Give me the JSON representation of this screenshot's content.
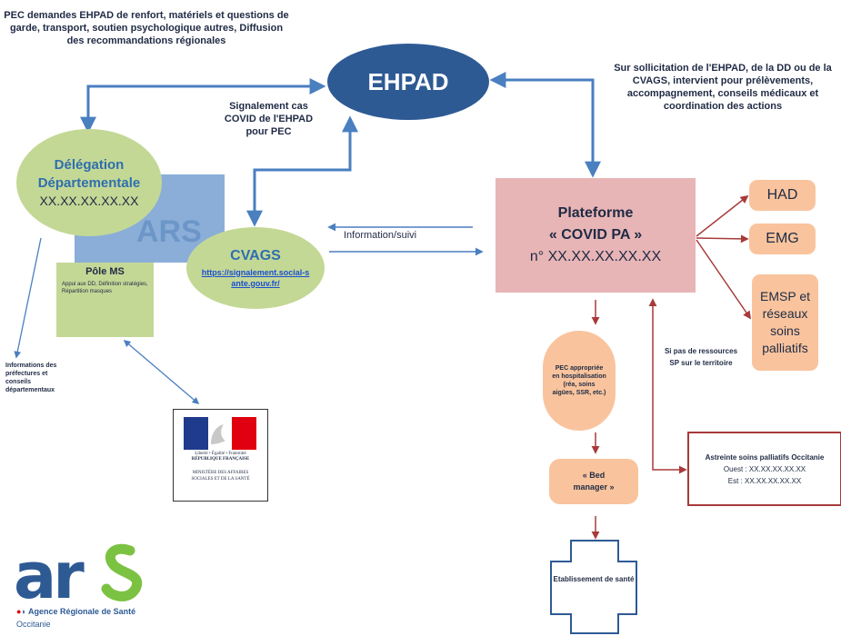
{
  "colors": {
    "navy": "#2e5a94",
    "green": "#c4d896",
    "pink": "#e8b5b6",
    "orange": "#f9c49d",
    "arrow_blue": "#4a7fc0",
    "arrow_red": "#a83a3a"
  },
  "notes": {
    "top_left": "PEC demandes EHPAD de renfort, matériels et questions de garde, transport, soutien psychologique autres, Diffusion des recommandations régionales",
    "top_right": "Sur sollicitation de l'EHPAD, de la DD ou de la CVAGS, intervient pour prélèvements, accompagnement, conseils médicaux et coordination des actions",
    "signalement": "Signalement cas COVID de l'EHPAD pour PEC",
    "info_suivi": "Information/suivi",
    "left_info": "Informations des préfectures et conseils départementaux",
    "si_pas": "Si pas de ressources SP sur le territoire"
  },
  "nodes": {
    "ehpad": "EHPAD",
    "ars": "ARS",
    "dd_title_1": "Délégation",
    "dd_title_2": "Départementale",
    "dd_number": "XX.XX.XX.XX.XX",
    "cvags_title": "CVAGS",
    "cvags_link": "https://signalement.social-sante.gouv.fr/",
    "pole_title": "Pôle MS",
    "pole_desc": "Appui aux DD, Définition stratégies, Répartition masques",
    "plateforme_1": "Plateforme",
    "plateforme_2": "« COVID PA »",
    "plateforme_number": "n° XX.XX.XX.XX.XX",
    "had": "HAD",
    "emg": "EMG",
    "emsp": "EMSP et réseaux soins palliatifs",
    "pec_hosp": "PEC appropriée en hospitalisation (réa, soins aigües, SSR, etc.)",
    "bed_manager": "« Bed manager »",
    "etab": "Etablissement de santé",
    "astreinte_title": "Astreinte soins palliatifs Occitanie",
    "astreinte_ouest": "Ouest : XX.XX.XX.XX.XX",
    "astreinte_est": "Est : XX.XX.XX.XX.XX"
  },
  "ministere": {
    "motto": "Liberté • Égalité • Fraternité",
    "rf": "RÉPUBLIQUE FRANÇAISE",
    "name": "MINISTÈRE DES AFFAIRES SOCIALES ET DE LA SANTÉ"
  },
  "logo": {
    "text": "ars",
    "agence": "Agence Régionale de Santé",
    "region": "Occitanie"
  }
}
